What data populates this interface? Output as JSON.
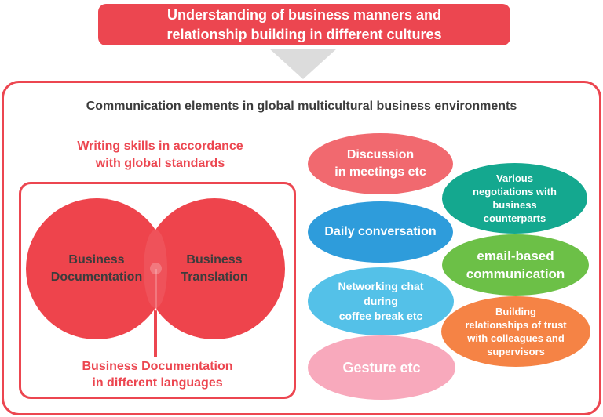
{
  "colors": {
    "red_primary": "#EC4650",
    "venn_red": "#EE444C",
    "arrow_gray": "#DCDCDC",
    "title_text": "#3C3C3C",
    "oval_salmon": "#F1696F",
    "oval_teal": "#14A88F",
    "oval_blue": "#2E9CDB",
    "oval_green": "#6CC047",
    "oval_lightblue": "#54C1E8",
    "oval_orange": "#F58345",
    "oval_pink": "#F8A9BC"
  },
  "banner": {
    "lines": [
      "Understanding of business manners and",
      "relationship building in different cultures"
    ]
  },
  "flow_title": "Communication elements in global multicultural business environments",
  "left_panel": {
    "heading": {
      "lines": [
        "Writing skills in accordance",
        "with global standards"
      ]
    },
    "venn": {
      "left_circle": {
        "lines": [
          "Business",
          "Documentation"
        ]
      },
      "right_circle": {
        "lines": [
          "Business",
          "Translation"
        ]
      },
      "caption": {
        "lines": [
          "Business Documentation",
          "in different languages"
        ]
      }
    }
  },
  "right_panel": {
    "ovals": [
      {
        "id": "discussion",
        "color": "#F1696F",
        "lines": [
          "Discussion",
          "in meetings etc"
        ]
      },
      {
        "id": "negotiations",
        "color": "#14A88F",
        "lines": [
          "Various",
          "negotiations with",
          "business",
          "counterparts"
        ]
      },
      {
        "id": "daily",
        "color": "#2E9CDB",
        "lines": [
          "Daily conversation"
        ]
      },
      {
        "id": "email",
        "color": "#6CC047",
        "lines": [
          "email-based",
          "communication"
        ]
      },
      {
        "id": "networking",
        "color": "#54C1E8",
        "lines": [
          "Networking chat",
          "during",
          "coffee break etc"
        ]
      },
      {
        "id": "building",
        "color": "#F58345",
        "lines": [
          "Building",
          "relationships of trust",
          "with colleagues and",
          "supervisors"
        ]
      },
      {
        "id": "gesture",
        "color": "#F8A9BC",
        "lines": [
          "Gesture etc"
        ]
      }
    ]
  }
}
